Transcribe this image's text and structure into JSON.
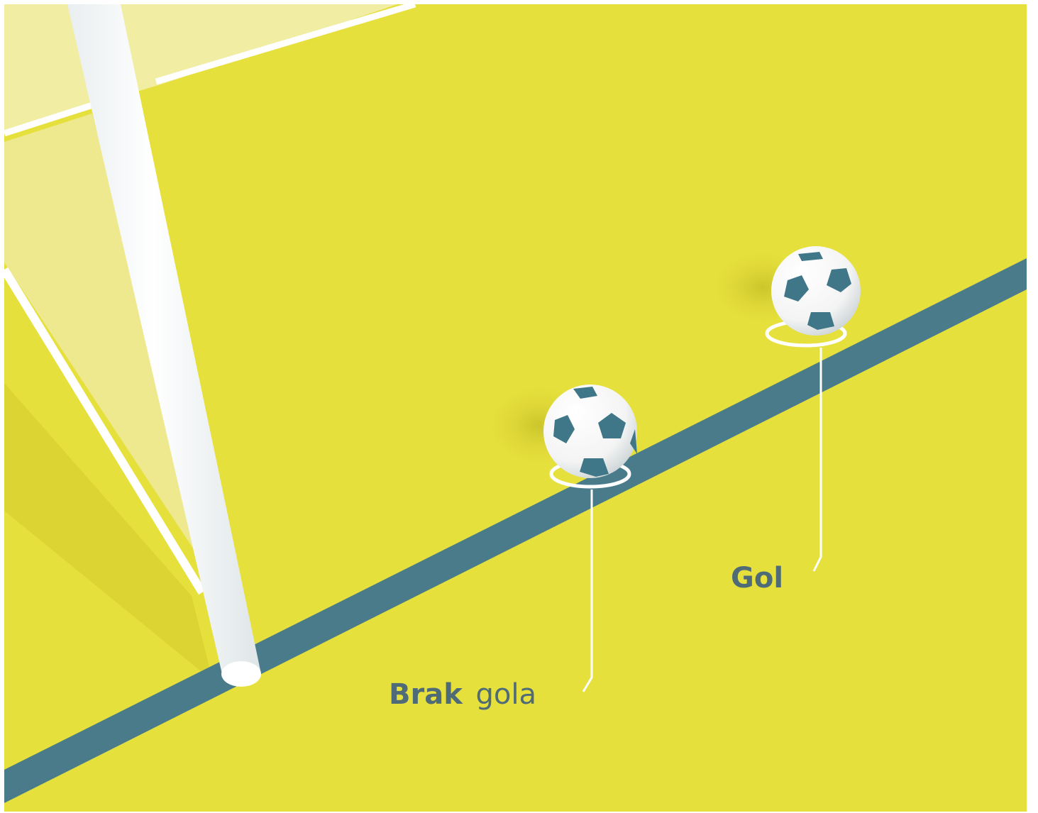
{
  "colors": {
    "field": "#e6e03c",
    "goal_line": "#4a7b8a",
    "post": "#ffffff",
    "net": "#f2efb4",
    "text": "#4f6b78",
    "ball_patch": "#3f7788"
  },
  "labels": {
    "no_goal_bold": "Brak",
    "no_goal_rest": "gola",
    "goal": "Gol"
  }
}
